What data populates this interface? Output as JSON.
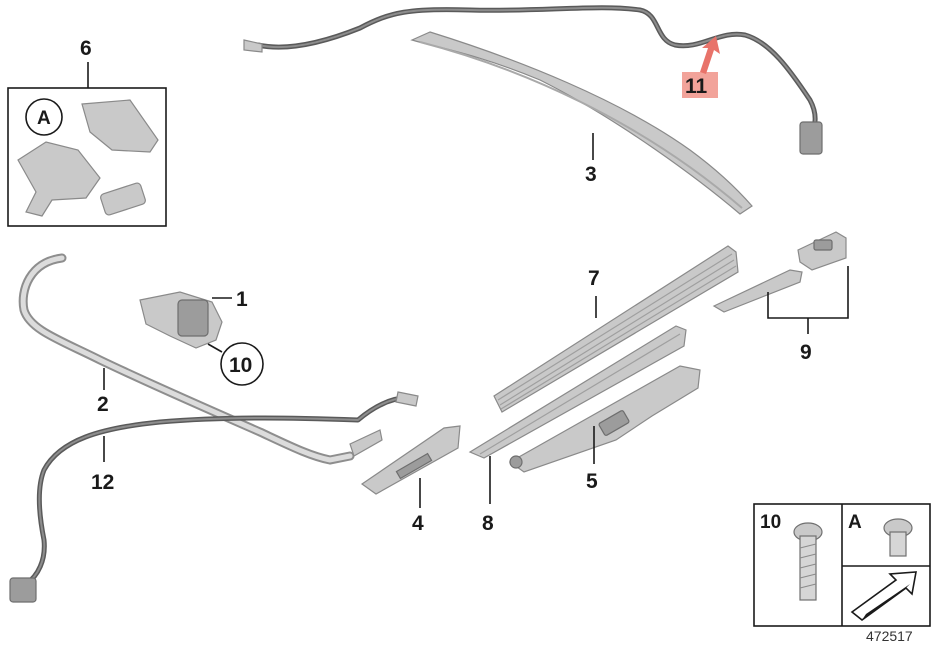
{
  "callouts": {
    "part_1": "1",
    "part_2": "2",
    "part_3": "3",
    "part_4": "4",
    "part_5": "5",
    "part_6": "6",
    "part_7": "7",
    "part_8": "8",
    "part_9": "9",
    "part_10": "10",
    "part_11": "11",
    "part_12": "12",
    "detail_a": "A"
  },
  "legend": {
    "screw_10_label": "10",
    "screw_a_label": "A"
  },
  "document_number": "472517",
  "colors": {
    "highlight_box": "#f2a39a",
    "highlight_arrow": "#e8736a",
    "part_fill": "#c9c9c9",
    "hose": "#5a5a5a"
  },
  "icons": [
    "arrow-pictogram-icon",
    "torx-screw-icon"
  ]
}
